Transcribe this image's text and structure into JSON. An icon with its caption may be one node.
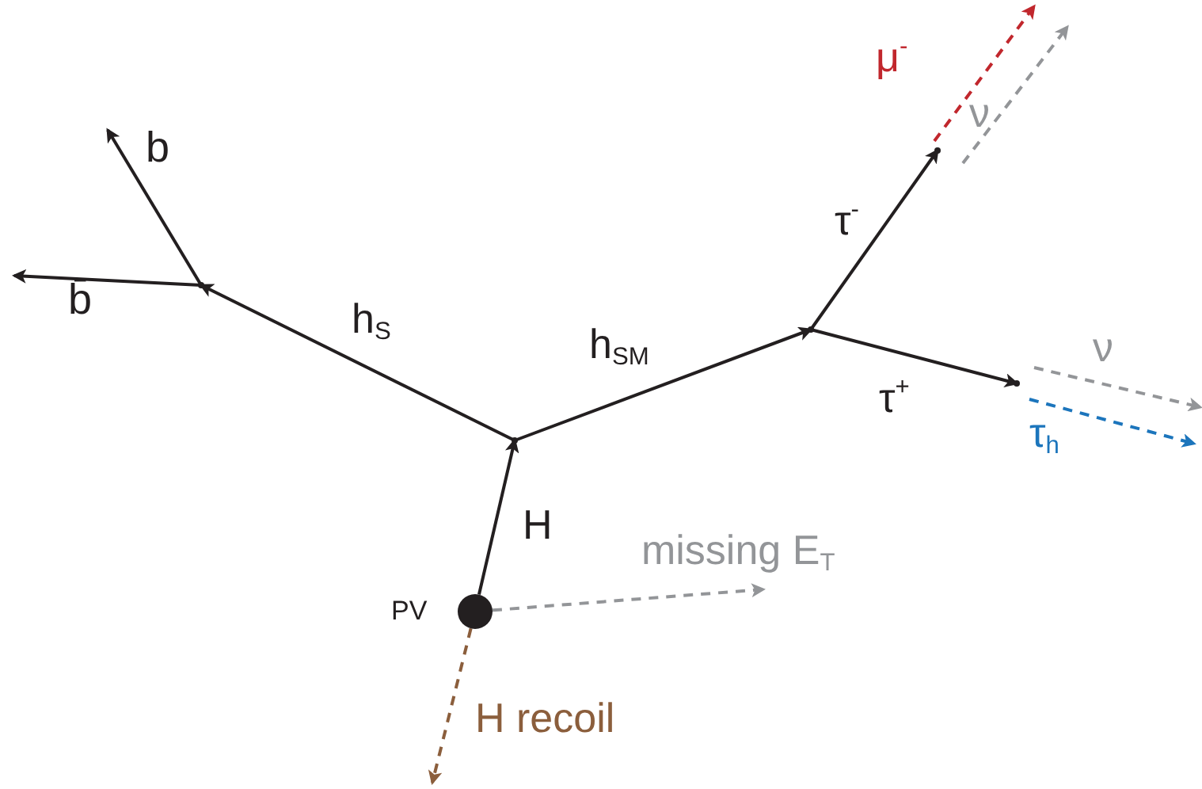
{
  "diagram": {
    "nodes": [
      {
        "text": [],
        "shape": "circle",
        "beside": [
          "PV"
        ]
      },
      {
        "text": [],
        "shape": "point"
      },
      {
        "text": [],
        "shape": "point"
      },
      {
        "text": [],
        "shape": "point"
      },
      {
        "text": [],
        "shape": "point"
      },
      {
        "text": [],
        "shape": "point"
      }
    ],
    "edges": [
      {
        "from": 0,
        "to": 1,
        "arrow": "to",
        "label": "H"
      },
      {
        "from": 1,
        "to": 2,
        "arrow": "to",
        "label": "h$_{S}$"
      },
      {
        "from": 1,
        "to": 3,
        "arrow": "to",
        "label": "h$_{SM}$"
      },
      {
        "from": 2,
        "to": null,
        "arrow": "to",
        "label": "b"
      },
      {
        "from": 2,
        "to": null,
        "arrow": "to",
        "label": "b̄"
      },
      {
        "from": 3,
        "to": 4,
        "arrow": "to",
        "label": "τ$^{-}$"
      },
      {
        "from": 3,
        "to": 5,
        "arrow": "to",
        "label": "τ$^{+}$"
      },
      {
        "from": 4,
        "to": null,
        "arrow": "to",
        "label": "μ$^{-}$",
        "style": "dashed",
        "color": "#c1272d"
      },
      {
        "from": 4,
        "to": null,
        "arrow": "to",
        "label": "ν",
        "style": "dashed",
        "color": "#939598"
      },
      {
        "from": 5,
        "to": null,
        "arrow": "to",
        "label": "ν",
        "style": "dashed",
        "color": "#939598"
      },
      {
        "from": 5,
        "to": null,
        "arrow": "to",
        "label": "τ$_{h}$",
        "style": "dashed",
        "color": "#1c75bc"
      },
      {
        "from": 0,
        "to": null,
        "arrow": "to",
        "label": "missing E$_{T}$",
        "style": "dashed",
        "color": "#939598"
      },
      {
        "from": 0,
        "to": null,
        "arrow": "to",
        "label": "H recoil",
        "style": "dashed",
        "color": "#8b5e3c"
      }
    ]
  }
}
